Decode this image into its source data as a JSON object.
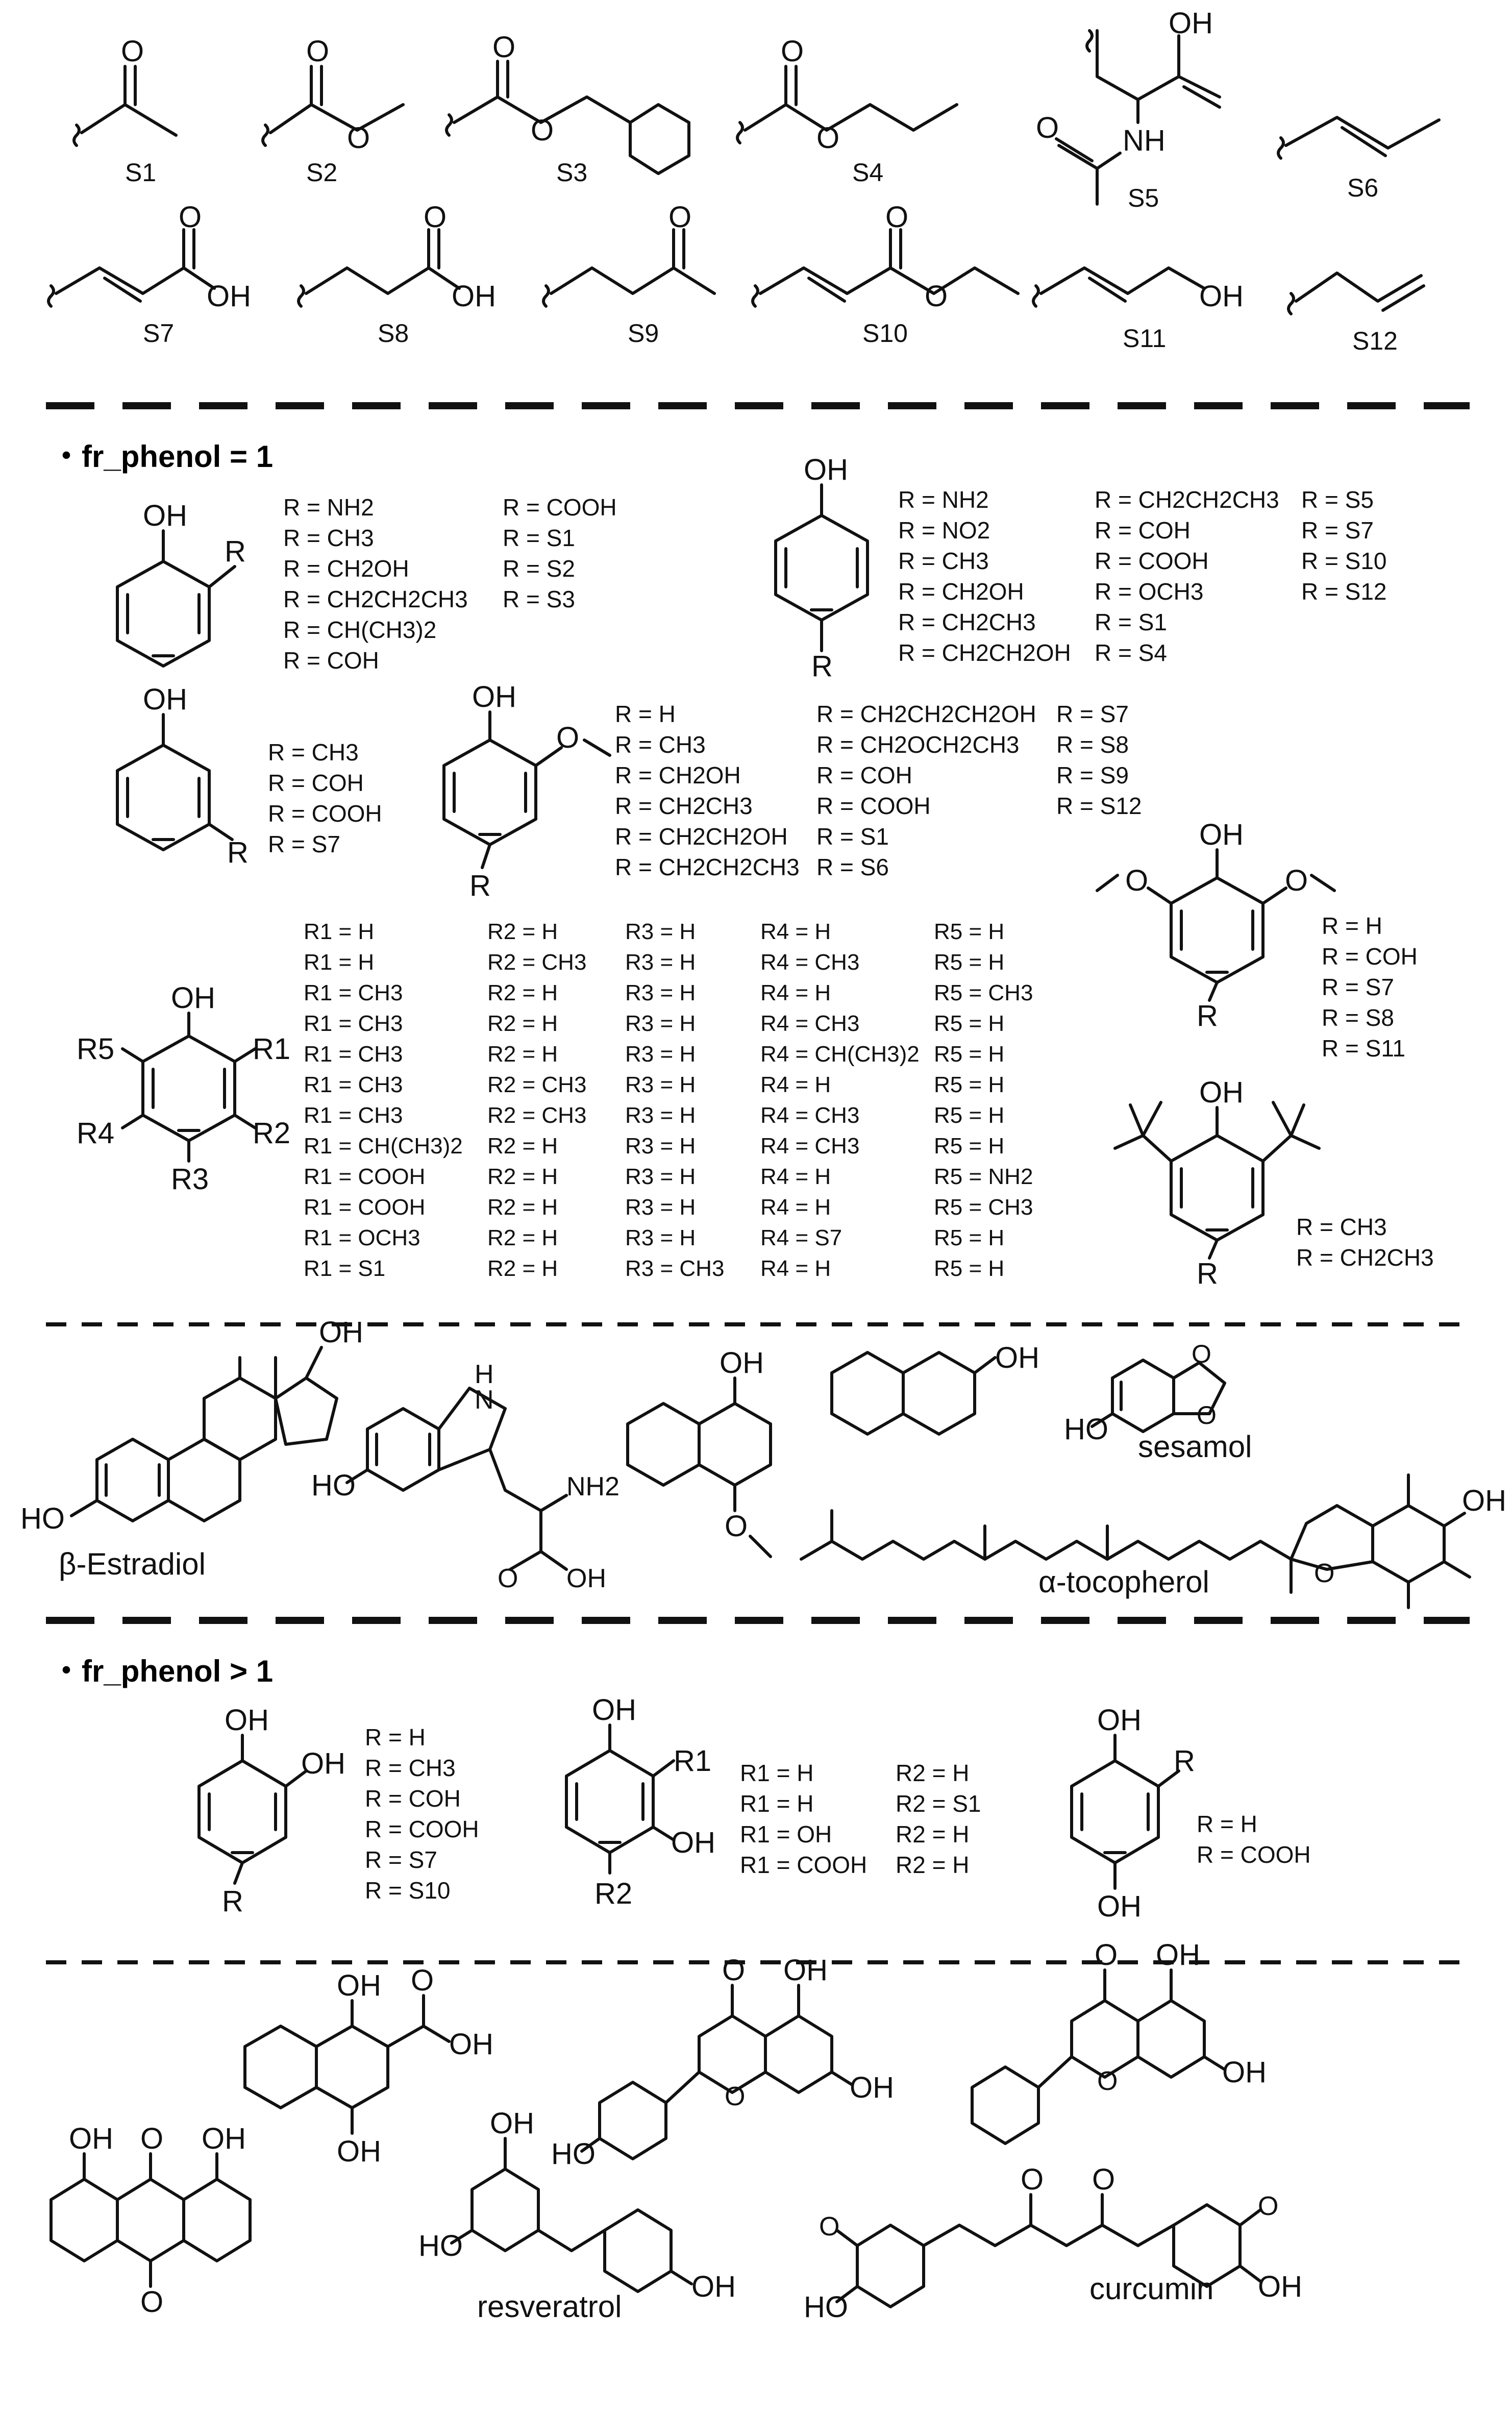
{
  "substituents": [
    "S1",
    "S2",
    "S3",
    "S4",
    "S5",
    "S6",
    "S7",
    "S8",
    "S9",
    "S10",
    "S11",
    "S12"
  ],
  "substituent_atom_labels": {
    "s3_o": "O",
    "s4_o": "O",
    "s2_o": "O",
    "s5_oh": "OH",
    "s5_nh": "NH",
    "s7_oh": "OH",
    "s8_oh": "OH",
    "s10_o": "O",
    "s11_oh": "OH"
  },
  "sections": {
    "fr1_title": "・fr_phenol = 1",
    "frgt1_title": "・fr_phenol > 1"
  },
  "ortho": {
    "oh": "OH",
    "r": "R",
    "col1": [
      "R = NH2",
      "R = CH3",
      "R = CH2OH",
      "R = CH2CH2CH3",
      "R = CH(CH3)2",
      "R = COH"
    ],
    "col2": [
      "R = COOH",
      "R = S1",
      "R = S2",
      "R = S3"
    ]
  },
  "para": {
    "oh": "OH",
    "r": "R",
    "col1": [
      "R = NH2",
      "R = NO2",
      "R = CH3",
      "R = CH2OH",
      "R = CH2CH3",
      "R = CH2CH2OH"
    ],
    "col2": [
      "R = CH2CH2CH3",
      "R = COH",
      "R = COOH",
      "R = OCH3",
      "R = S1",
      "R = S4"
    ],
    "col3": [
      "R = S5",
      "R = S7",
      "R = S10",
      "R = S12"
    ]
  },
  "meta": {
    "oh": "OH",
    "r": "R",
    "col1": [
      "R = CH3",
      "R = COH",
      "R = COOH",
      "R = S7"
    ]
  },
  "guaiacol": {
    "oh": "OH",
    "r": "R",
    "col1": [
      "R = H",
      "R = CH3",
      "R = CH2OH",
      "R = CH2CH3",
      "R = CH2CH2OH",
      "R = CH2CH2CH3"
    ],
    "col2": [
      "R = CH2CH2CH2OH",
      "R = CH2OCH2CH3",
      "R = COH",
      "R = COOH",
      "R = S1",
      "R = S6"
    ],
    "col3": [
      "R = S7",
      "R = S8",
      "R = S9",
      "R = S12"
    ]
  },
  "syringol": {
    "oh": "OH",
    "r": "R",
    "col1": [
      "R = H",
      "R = COH",
      "R = S7",
      "R = S8",
      "R = S11"
    ]
  },
  "multi": {
    "oh": "OH",
    "r1": "R1",
    "r2": "R2",
    "r3": "R3",
    "r4": "R4",
    "r5": "R5",
    "R1": [
      "R1 = H",
      "R1 = H",
      "R1 = CH3",
      "R1 = CH3",
      "R1 = CH3",
      "R1 = CH3",
      "R1 = CH3",
      "R1 = CH(CH3)2",
      "R1 = COOH",
      "R1 = COOH",
      "R1 = OCH3",
      "R1 = S1"
    ],
    "R2": [
      "R2 = H",
      "R2 = CH3",
      "R2 = H",
      "R2 = H",
      "R2 = H",
      "R2 = CH3",
      "R2 = CH3",
      "R2 = H",
      "R2 = H",
      "R2 = H",
      "R2 = H",
      "R2 = H"
    ],
    "R3": [
      "R3 = H",
      "R3 = H",
      "R3 = H",
      "R3 = H",
      "R3 = H",
      "R3 = H",
      "R3 = H",
      "R3 = H",
      "R3 = H",
      "R3 = H",
      "R3 = H",
      "R3 = CH3"
    ],
    "R4": [
      "R4 = H",
      "R4 = CH3",
      "R4 = H",
      "R4 = CH3",
      "R4 = CH(CH3)2",
      "R4 = H",
      "R4 = CH3",
      "R4 = CH3",
      "R4 = H",
      "R4 = H",
      "R4 = S7",
      "R4 = H"
    ],
    "R5": [
      "R5 = H",
      "R5 = H",
      "R5 = CH3",
      "R5 = H",
      "R5 = H",
      "R5 = H",
      "R5 = H",
      "R5 = H",
      "R5 = NH2",
      "R5 = CH3",
      "R5 = H",
      "R5 = H"
    ]
  },
  "tbutyl": {
    "oh": "OH",
    "r": "R",
    "col1": [
      "R = CH3",
      "R = CH2CH3"
    ]
  },
  "named": {
    "estradiol": "β-Estradiol",
    "sesamol": "sesamol",
    "tocopherol": "α-tocopherol",
    "resveratrol": "resveratrol",
    "curcumin": "curcumin",
    "oh": "OH",
    "nh": "H\nN",
    "nh2": "NH2",
    "ho": "HO",
    "o": "O"
  },
  "catechol": {
    "oh": "OH",
    "r": "R",
    "col1": [
      "R = H",
      "R = CH3",
      "R = COH",
      "R = COOH",
      "R = S7",
      "R = S10"
    ]
  },
  "pyrogallol": {
    "oh": "OH",
    "r1": "R1",
    "r2": "R2",
    "col1": [
      "R1 = H",
      "R1 = H",
      "R1 = OH",
      "R1 = COOH"
    ],
    "col2": [
      "R2 = H",
      "R2 = S1",
      "R2 = H",
      "R2 = H"
    ]
  },
  "hydroquinone": {
    "oh": "OH",
    "r": "R",
    "col1": [
      "R = H",
      "R = COOH"
    ]
  }
}
